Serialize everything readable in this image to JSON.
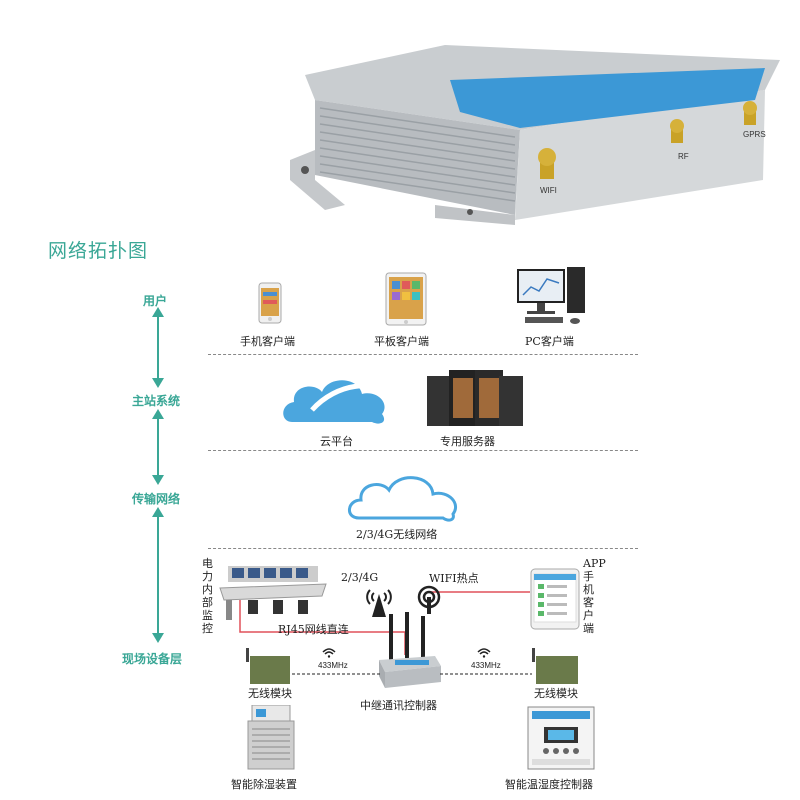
{
  "section_title": "网络拓扑图",
  "device_photo": {
    "antenna_labels": [
      "WIFI",
      "RF",
      "GPRS"
    ]
  },
  "layers": [
    "用户",
    "主站系统",
    "传输网络",
    "现场设备层"
  ],
  "users_row": {
    "items": [
      "手机客户端",
      "平板客户端",
      "PC客户端"
    ]
  },
  "master_row": {
    "items": [
      "云平台",
      "专用服务器"
    ]
  },
  "network_row": {
    "label": "2/3/4G无线网络"
  },
  "field": {
    "monitor_label": "电力内部监控",
    "cell_label": "2/3/4G",
    "wifi_label": "WIFI热点",
    "app_label": "APP手机客户端",
    "rj45_label": "RJ45网线直连",
    "left_freq": "433MHz",
    "right_freq": "433MHz",
    "left_module": "无线模块",
    "right_module": "无线模块",
    "repeater": "中继通讯控制器",
    "left_device": "智能除湿装置",
    "right_device": "智能温湿度控制器"
  },
  "colors": {
    "accent": "#3aa796",
    "link": "#e0505a"
  }
}
